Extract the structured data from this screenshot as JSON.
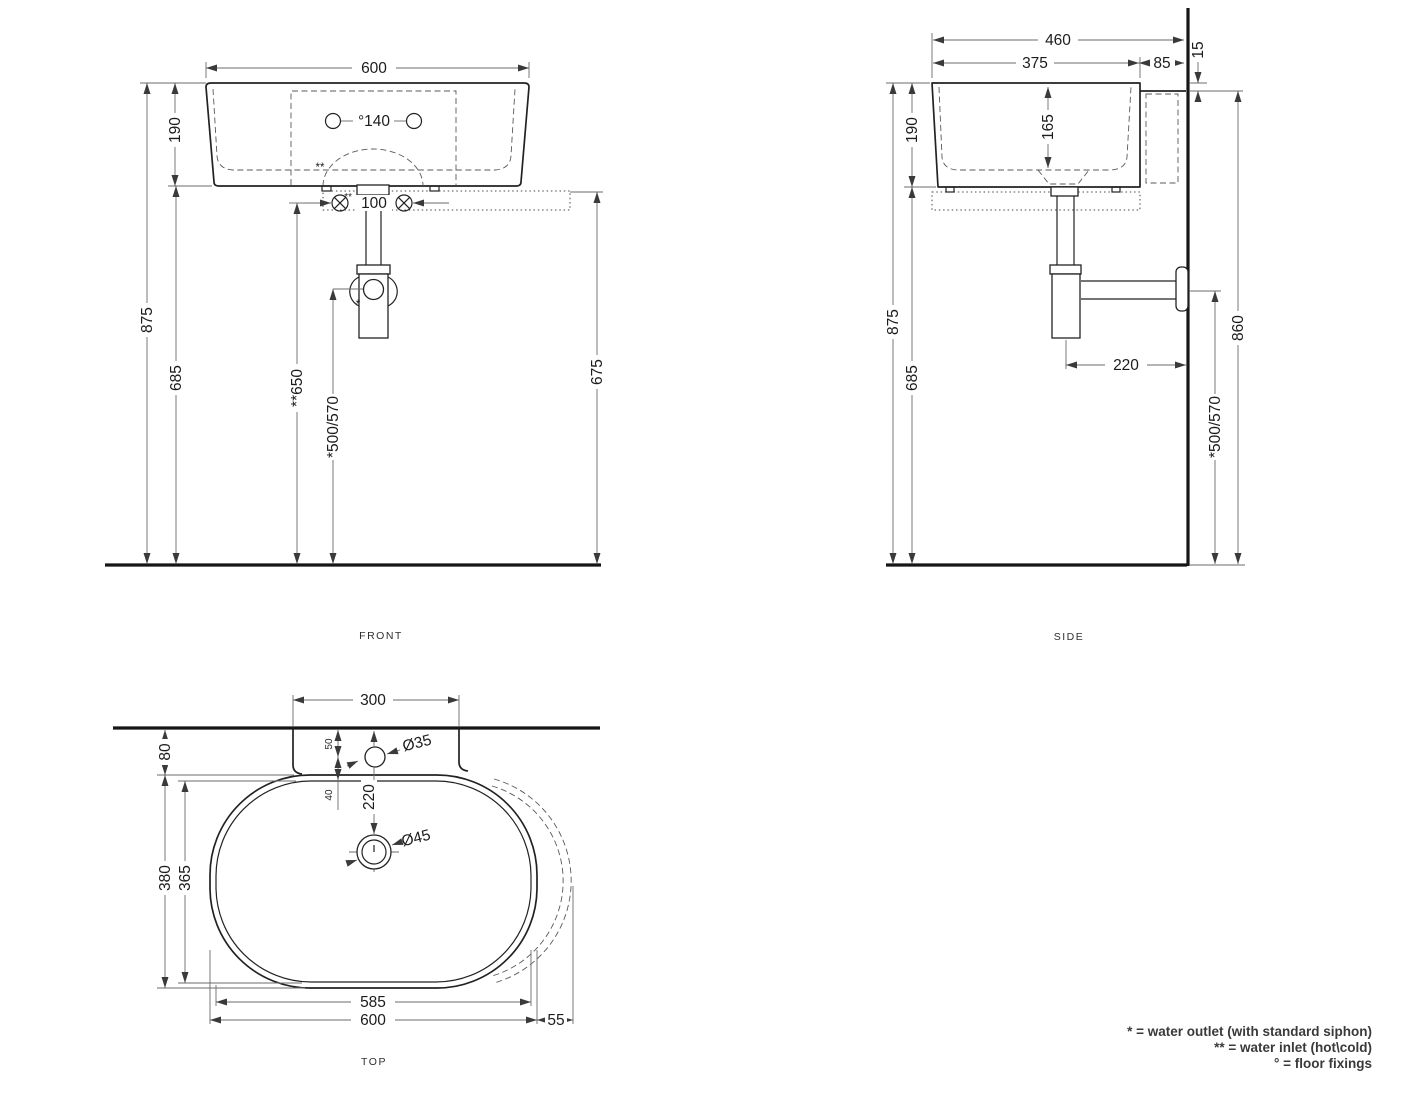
{
  "front": {
    "label": "FRONT",
    "width": "600",
    "rim_depth": "190",
    "fixing_spacing": "°140",
    "dome_note": "**",
    "inlet_spacing": "100",
    "inlet_note": "**",
    "rim_height": "875",
    "underside_height": "685",
    "bracket_height": "675",
    "inlet_height": "**650",
    "outlet_height": "*500/570",
    "outlet_note": "*"
  },
  "side": {
    "label": "SIDE",
    "total_depth": "460",
    "basin_depth": "375",
    "ledge_depth": "85",
    "rim_to_ledge": "15",
    "rim_depth": "190",
    "bowl_depth": "165",
    "rim_height": "875",
    "underside_height": "685",
    "ledge_height": "860",
    "outlet_height": "*500/570",
    "siphon_wall_offset": "220"
  },
  "top": {
    "label": "TOP",
    "deck_width": "300",
    "wall_offset": "80",
    "tap_hole_offset": "50",
    "tap_hole_to_bowl": "40",
    "drain_offset": "220",
    "tap_hole_dia": "Ø35",
    "drain_dia": "Ø45",
    "depth_outer": "380",
    "depth_inner": "365",
    "width_inner": "585",
    "width_outer": "600",
    "overflow_offset": "55"
  },
  "legend": {
    "water_outlet": "* = water outlet (with standard siphon)",
    "water_inlet": "** = water inlet (hot\\cold)",
    "floor_fixings": "° = floor fixings"
  }
}
